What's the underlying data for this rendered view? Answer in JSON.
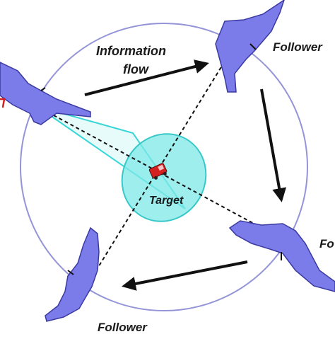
{
  "labels": {
    "information_flow_line1": "Information",
    "information_flow_line2": "flow",
    "follower_top_right": "Follower",
    "follower_right": "Fo",
    "follower_bottom": "Follower",
    "target": "Target"
  },
  "colors": {
    "orbit_circle": "#9494d8",
    "uav_fill": "#7b7bea",
    "uav_stroke": "#3a3aa0",
    "sensor_cone": "#38d6d6",
    "target_ellipse_fill": "#7ee8e8",
    "target_vehicle": "#d42020",
    "arrow": "#111111",
    "dashed_line": "#111111"
  }
}
